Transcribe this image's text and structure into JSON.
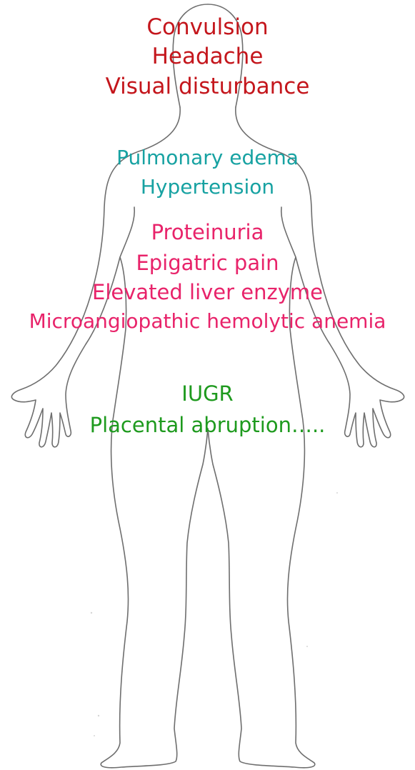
{
  "diagram": {
    "groups": [
      {
        "id": "neuro",
        "color": "#c4161c",
        "items": [
          "Convulsion",
          "Headache",
          "Visual disturbance"
        ]
      },
      {
        "id": "cardio",
        "color": "#17a2a2",
        "items": [
          "Pulmonary edema",
          "Hypertension"
        ]
      },
      {
        "id": "renal-hepatic-hematologic",
        "color": "#e8236a",
        "items": [
          "Proteinuria",
          "Epigatric pain",
          "Elevated liver enzyme",
          "Microangiopathic hemolytic anemia"
        ]
      },
      {
        "id": "fetal-placental",
        "color": "#1e9a1e",
        "items": [
          "IUGR",
          "Placental abruption….."
        ]
      }
    ],
    "figure": "human-body-outline"
  }
}
